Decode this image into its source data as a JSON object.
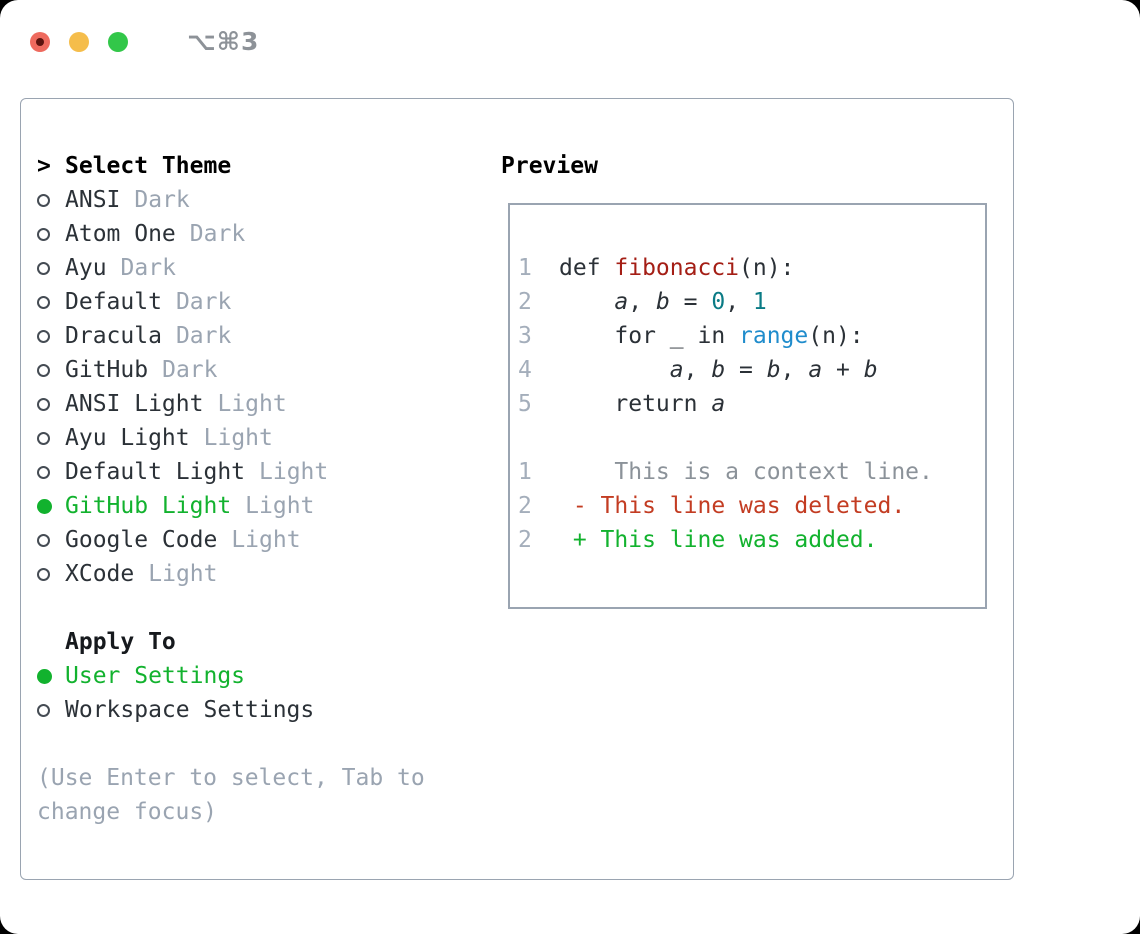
{
  "colors": {
    "heading": "#000000",
    "text": "#2b3137",
    "muted": "#9aa4b1",
    "line_number": "#a4aebb",
    "context": "#8b9299",
    "green": "#12b22e",
    "deleted": "#c33c22",
    "function_red": "#a41e15",
    "number_teal": "#0a7b85",
    "builtin_blue": "#1f8ccc",
    "border": "#9aa4b1",
    "titlebar_text": "#8d9298",
    "traffic_red": "#ee6a5e",
    "traffic_red_dot": "#5b130e",
    "traffic_yellow": "#f5bd4b",
    "traffic_green": "#32c749"
  },
  "window": {
    "title": "⌥⌘3",
    "traffic_lights": [
      "close",
      "minimize",
      "zoom"
    ]
  },
  "left": {
    "themes": {
      "cursor": ">",
      "header": "Select Theme",
      "items": [
        {
          "name": "ANSI",
          "tag": "Dark",
          "selected": false
        },
        {
          "name": "Atom One",
          "tag": "Dark",
          "selected": false
        },
        {
          "name": "Ayu",
          "tag": "Dark",
          "selected": false
        },
        {
          "name": "Default",
          "tag": "Dark",
          "selected": false
        },
        {
          "name": "Dracula",
          "tag": "Dark",
          "selected": false
        },
        {
          "name": "GitHub",
          "tag": "Dark",
          "selected": false
        },
        {
          "name": "ANSI Light",
          "tag": "Light",
          "selected": false
        },
        {
          "name": "Ayu Light",
          "tag": "Light",
          "selected": false
        },
        {
          "name": "Default Light",
          "tag": "Light",
          "selected": false
        },
        {
          "name": "GitHub Light",
          "tag": "Light",
          "selected": true
        },
        {
          "name": "Google Code",
          "tag": "Light",
          "selected": false
        },
        {
          "name": "XCode",
          "tag": "Light",
          "selected": false
        }
      ]
    },
    "apply_to": {
      "header": "Apply To",
      "items": [
        {
          "label": "User Settings",
          "selected": true
        },
        {
          "label": "Workspace Settings",
          "selected": false
        }
      ]
    },
    "help_lines": [
      "(Use Enter to select, Tab to",
      "change focus)"
    ]
  },
  "preview": {
    "header": "Preview",
    "lines": [
      {
        "no": "1",
        "segments": [
          {
            "text": "def ",
            "style": "plain"
          },
          {
            "text": "fibonacci",
            "style": "function"
          },
          {
            "text": "(n):",
            "style": "plain"
          }
        ]
      },
      {
        "no": "2",
        "segments": [
          {
            "text": "    ",
            "style": "plain"
          },
          {
            "text": "a",
            "style": "variable"
          },
          {
            "text": ", ",
            "style": "plain"
          },
          {
            "text": "b",
            "style": "variable"
          },
          {
            "text": " = ",
            "style": "plain"
          },
          {
            "text": "0",
            "style": "number"
          },
          {
            "text": ", ",
            "style": "plain"
          },
          {
            "text": "1",
            "style": "number"
          }
        ]
      },
      {
        "no": "3",
        "segments": [
          {
            "text": "    for _ in ",
            "style": "plain"
          },
          {
            "text": "range",
            "style": "builtin"
          },
          {
            "text": "(n):",
            "style": "plain"
          }
        ]
      },
      {
        "no": "4",
        "segments": [
          {
            "text": "        ",
            "style": "plain"
          },
          {
            "text": "a",
            "style": "variable"
          },
          {
            "text": ", ",
            "style": "plain"
          },
          {
            "text": "b",
            "style": "variable"
          },
          {
            "text": " = ",
            "style": "plain"
          },
          {
            "text": "b",
            "style": "variable"
          },
          {
            "text": ", ",
            "style": "plain"
          },
          {
            "text": "a",
            "style": "variable"
          },
          {
            "text": " + ",
            "style": "plain"
          },
          {
            "text": "b",
            "style": "variable"
          }
        ]
      },
      {
        "no": "5",
        "segments": [
          {
            "text": "    return ",
            "style": "plain"
          },
          {
            "text": "a",
            "style": "variable"
          }
        ]
      },
      {
        "no": "",
        "segments": []
      },
      {
        "no": "1",
        "segments": [
          {
            "text": "    This is a context line.",
            "style": "context"
          }
        ]
      },
      {
        "no": "2",
        "segments": [
          {
            "text": " - This line was deleted.",
            "style": "deleted"
          }
        ]
      },
      {
        "no": "2",
        "segments": [
          {
            "text": " + This line was added.",
            "style": "added"
          }
        ]
      }
    ]
  }
}
